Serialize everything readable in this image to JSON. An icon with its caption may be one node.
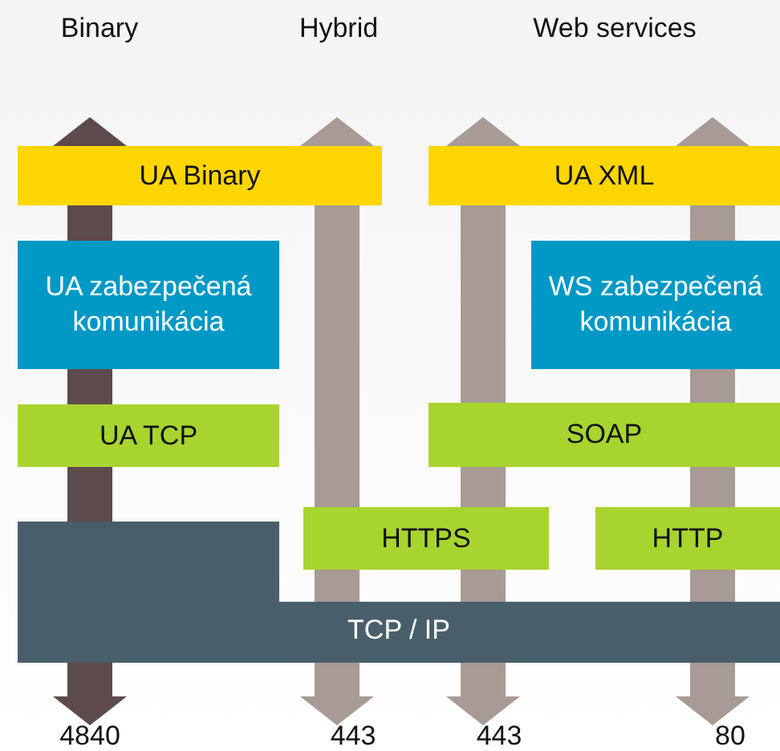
{
  "diagram": {
    "nodes": [
      {
        "text": [
          "UA Binary"
        ]
      },
      {
        "text": [
          "UA XML"
        ]
      },
      {
        "text": [
          "UA zabezpečená komunikácia"
        ]
      },
      {
        "text": [
          "WS zabezpečená komunikácia"
        ]
      },
      {
        "text": [
          "UA TCP"
        ]
      },
      {
        "text": [
          "SOAP"
        ]
      },
      {
        "text": [
          "HTTPS"
        ]
      },
      {
        "text": [
          "HTTP"
        ]
      },
      {
        "text": [
          "TCP / IP"
        ]
      }
    ],
    "edges": [],
    "labels": [
      "Binary",
      "Hybrid",
      "Web services",
      "4840",
      "443",
      "443",
      "80"
    ]
  }
}
